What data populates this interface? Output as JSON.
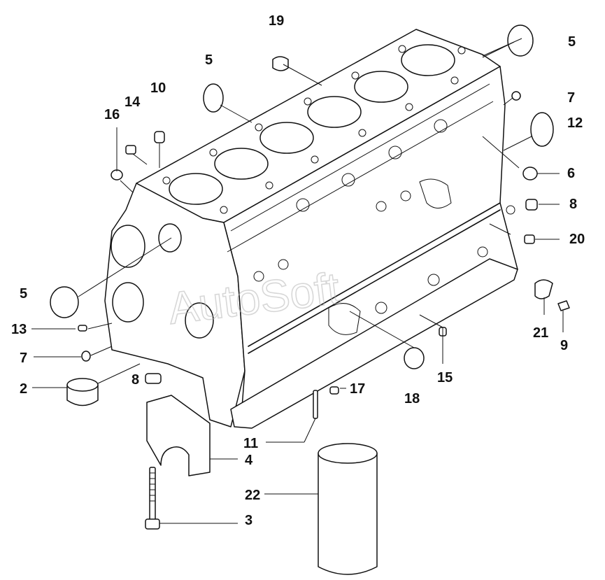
{
  "diagram": {
    "watermark": "AutoSoft",
    "callouts": {
      "c1": "19",
      "c2": "5",
      "c3": "5",
      "c4": "10",
      "c5": "14",
      "c6": "16",
      "c7": "7",
      "c8": "12",
      "c9": "6",
      "c10": "8",
      "c11": "20",
      "c12": "5",
      "c13": "13",
      "c14": "7",
      "c15": "2",
      "c16": "8",
      "c17": "21",
      "c18": "9",
      "c19": "15",
      "c20": "17",
      "c21": "18",
      "c22": "11",
      "c23": "4",
      "c24": "22",
      "c25": "3"
    }
  }
}
